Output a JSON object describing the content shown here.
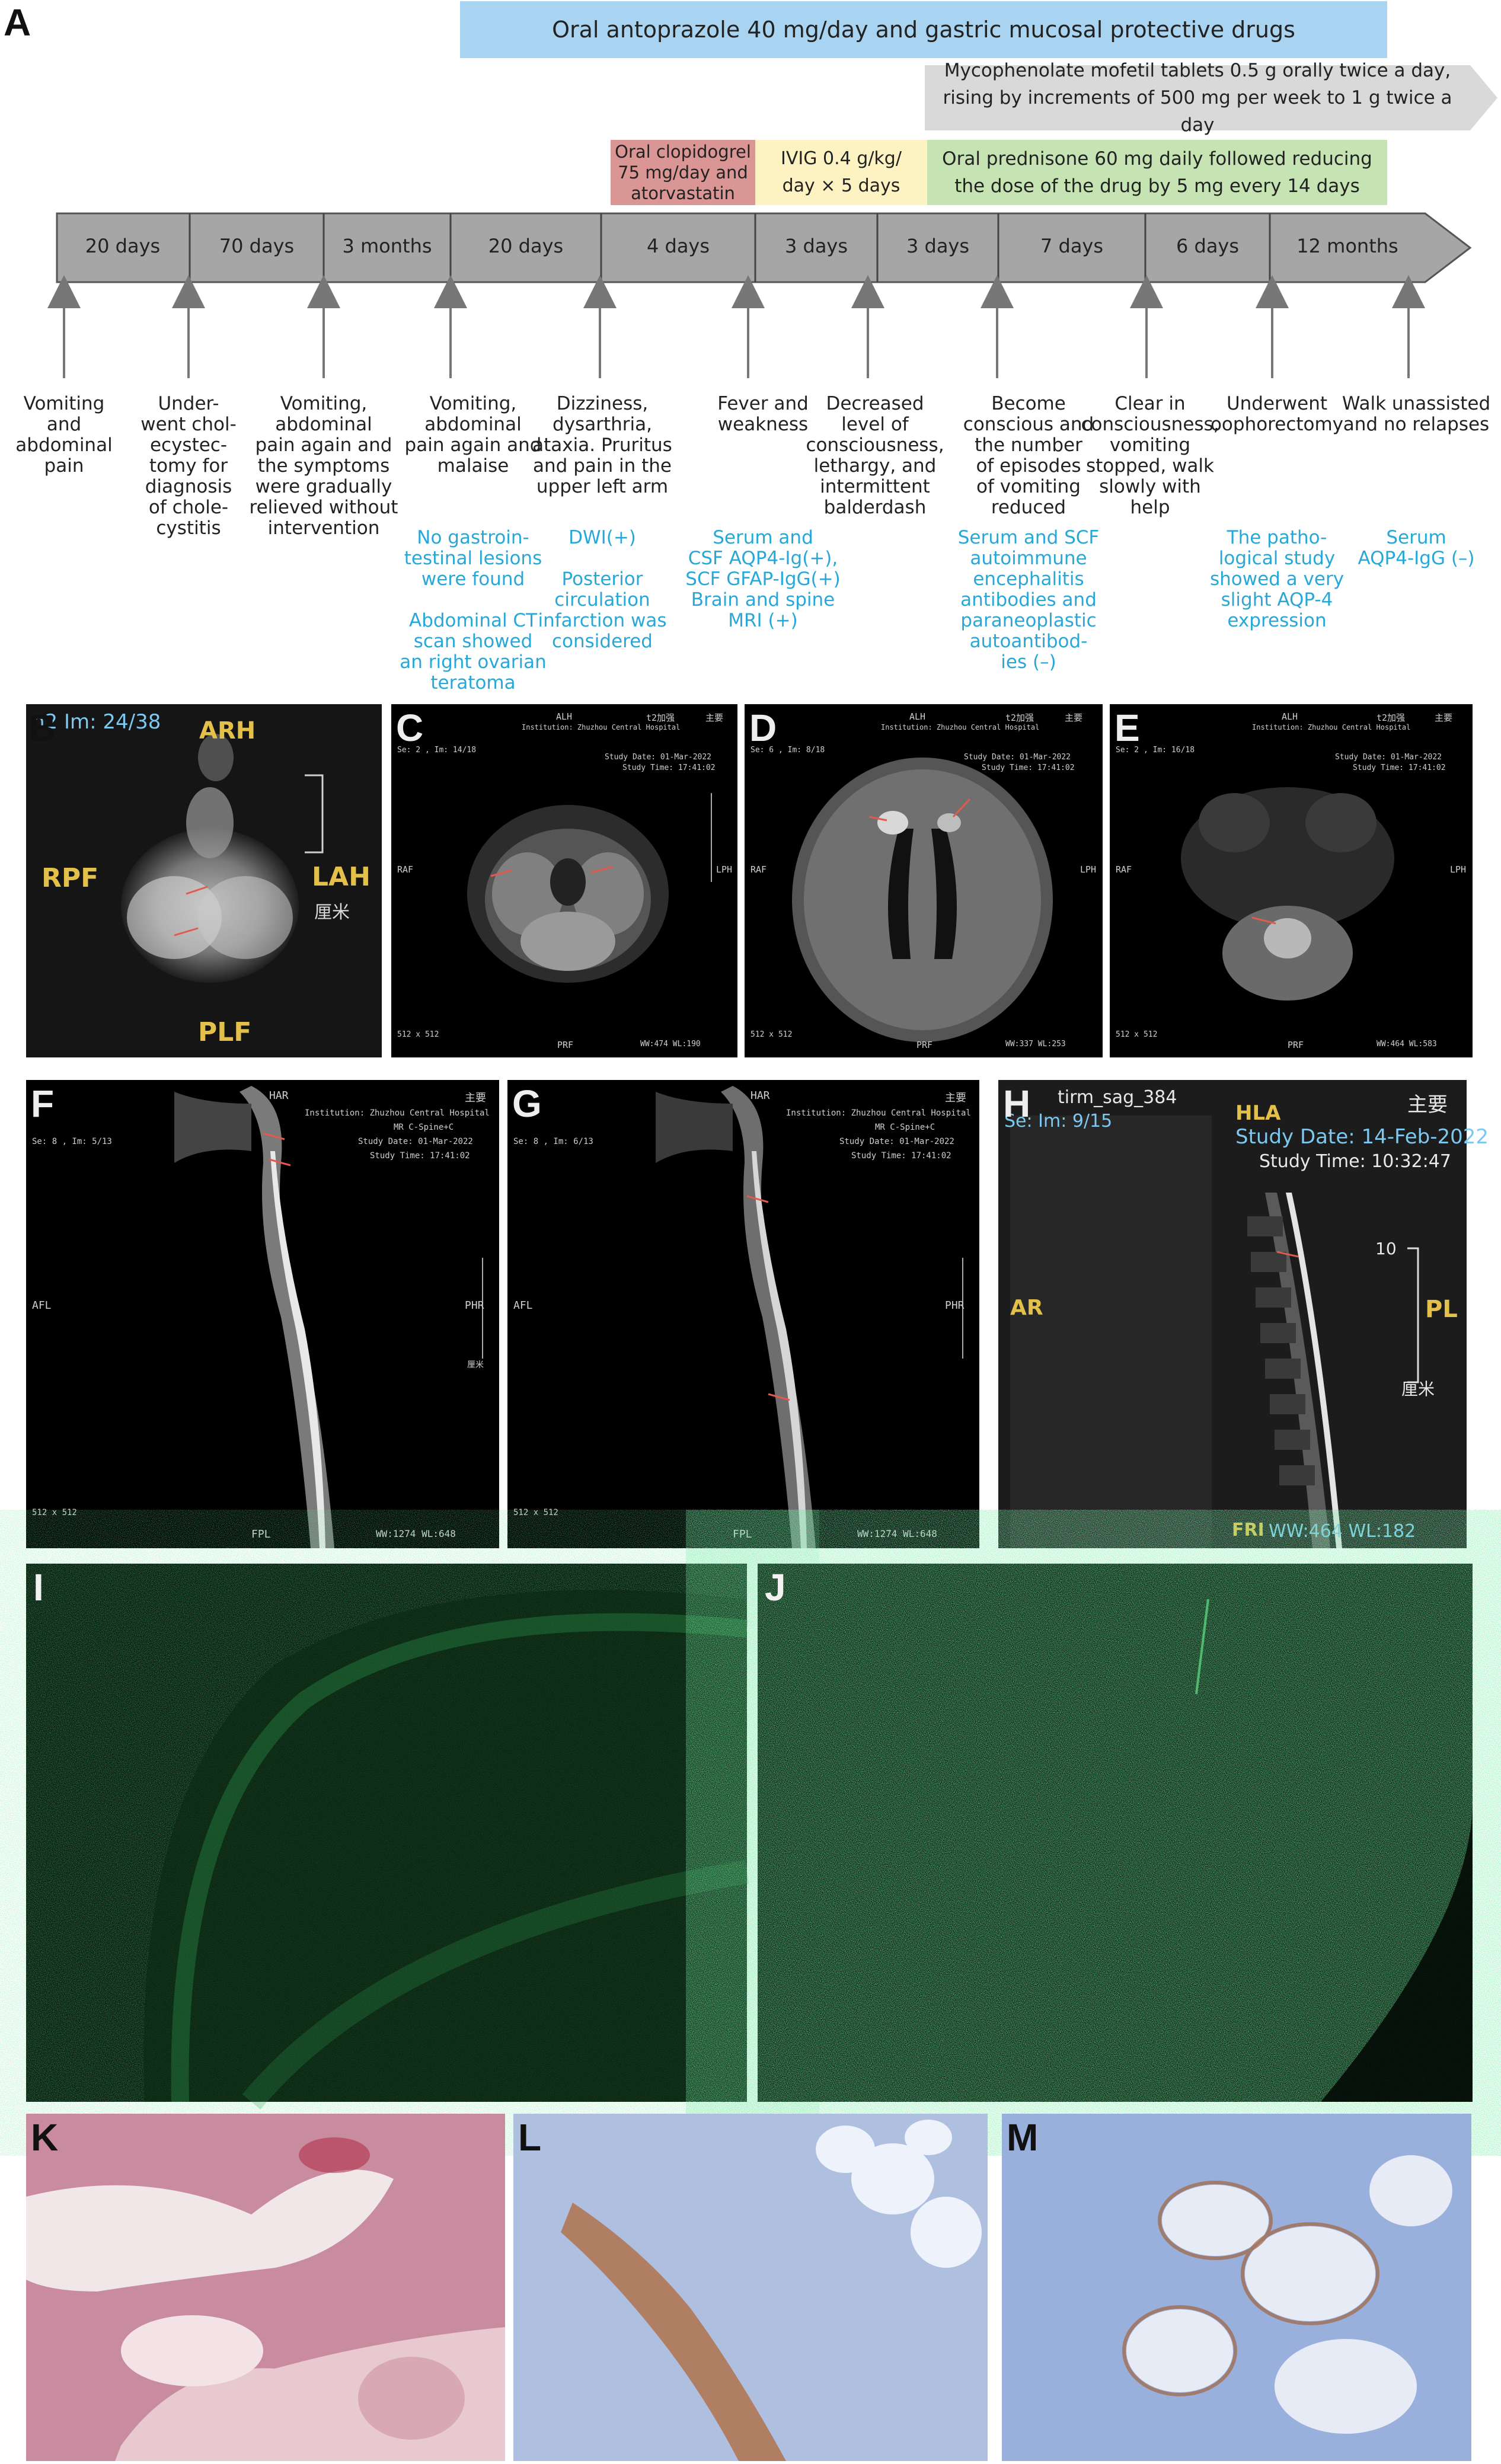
{
  "panel_letters": [
    "A",
    "B",
    "C",
    "D",
    "E",
    "F",
    "G",
    "H",
    "I",
    "J",
    "K",
    "L",
    "M"
  ],
  "treatments": {
    "antoprazole": "Oral antoprazole 40 mg/day and gastric mucosal protective drugs",
    "mycophenolate_line1": "Mycophenolate mofetil tablets 0.5 g orally twice a day,",
    "mycophenolate_line2": "rising by increments of 500 mg per week to 1 g twice a day",
    "clopidogrel_line1": "Oral clopidogrel",
    "clopidogrel_line2": "75 mg/day and",
    "clopidogrel_line3": "atorvastatin",
    "ivig_line1": "IVIG 0.4 g/kg/",
    "ivig_line2": "day × 5 days",
    "prednisone_line1": "Oral prednisone 60 mg daily followed reducing",
    "prednisone_line2": "the dose of the drug by 5 mg every 14 days"
  },
  "durations": [
    "20 days",
    "70 days",
    "3 months",
    "20 days",
    "4 days",
    "3 days",
    "3 days",
    "7 days",
    "6 days",
    "12 months"
  ],
  "events": [
    {
      "lines": [
        "Vomiting",
        "and",
        "abdominal",
        "pain"
      ],
      "findings": []
    },
    {
      "lines": [
        "Under-",
        "went chol-",
        "ecystec-",
        "tomy for",
        "diagnosis",
        "of chole-",
        "cystitis"
      ],
      "findings": []
    },
    {
      "lines": [
        "Vomiting,",
        "abdominal",
        "pain again and",
        "the symptoms",
        "were gradually",
        "relieved without",
        "intervention"
      ],
      "findings": []
    },
    {
      "lines": [
        "Vomiting,",
        "abdominal",
        "pain again and",
        "malaise"
      ],
      "findings": [
        "No gastroin-",
        "testinal lesions",
        "were found",
        "",
        "Abdominal CT",
        "scan showed",
        "an right ovarian",
        "teratoma"
      ]
    },
    {
      "lines": [
        "Dizziness,",
        "dysarthria,",
        "ataxia. Pruritus",
        "and pain in the",
        "upper left arm"
      ],
      "findings": [
        "DWI(+)",
        "",
        "Posterior",
        "circulation",
        "infarction was",
        "considered"
      ]
    },
    {
      "lines": [
        "Fever and",
        "weakness"
      ],
      "findings": [
        "Serum and",
        "CSF AQP4-Ig(+),",
        "SCF GFAP-IgG(+)",
        "Brain and spine",
        "MRI (+)"
      ]
    },
    {
      "lines": [
        "Decreased",
        "level of",
        "consciousness,",
        "lethargy, and",
        "intermittent",
        "balderdash"
      ],
      "findings": []
    },
    {
      "lines": [
        "Become",
        "conscious and",
        "the number",
        "of episodes",
        "of vomiting",
        "reduced"
      ],
      "findings": [
        "Serum and SCF",
        "autoimmune",
        "encephalitis",
        "antibodies and",
        "paraneoplastic",
        "autoantibod-",
        "ies (–)"
      ]
    },
    {
      "lines": [
        "Clear in",
        "consciousness,",
        "vomiting",
        "stopped, walk",
        "slowly with",
        "help"
      ],
      "findings": []
    },
    {
      "lines": [
        "Underwent",
        "oophorectomy"
      ],
      "findings": [
        "The patho-",
        "logical study",
        "showed a very",
        "slight AQP-4",
        "expression"
      ]
    },
    {
      "lines": [
        "Walk unassisted",
        "and no relapses"
      ],
      "findings": [
        "Serum",
        "AQP4-IgG (–)"
      ]
    }
  ],
  "mri": {
    "b": {
      "top_left": "n2  Im: 24/38",
      "right_top": "ARH",
      "left": "RPF",
      "right": "LAH",
      "bottom": "PLF",
      "unit": "厘米"
    },
    "c": {
      "top": "ALH",
      "left": "RAF",
      "right": "LPH",
      "bottom": "PRF",
      "header": "Institution: Zhuzhou Central Hospital",
      "study_date": "Study Date: 01-Mar-2022",
      "study_time": "Study Time: 17:41:02",
      "wl": "WW:474  WL:190",
      "matrix": "512 x 512",
      "se": "Se: 2 , Im: 14/18",
      "tag": "主要",
      "tag2": "t2加强"
    },
    "d": {
      "top": "ALH",
      "left": "RAF",
      "right": "LPH",
      "bottom": "PRF",
      "header": "Institution: Zhuzhou Central Hospital",
      "study_date": "Study Date: 01-Mar-2022",
      "study_time": "Study Time: 17:41:02",
      "wl": "WW:337  WL:253",
      "matrix": "512 x 512",
      "se": "Se: 6 , Im: 8/18",
      "tag": "主要",
      "tag2": "t2加强"
    },
    "e": {
      "top": "ALH",
      "left": "RAF",
      "right": "LPH",
      "bottom": "PRF",
      "header": "Institution: Zhuzhou Central Hospital",
      "study_date": "Study Date: 01-Mar-2022",
      "study_time": "Study Time: 17:41:02",
      "wl": "WW:464  WL:583",
      "matrix": "512 x 512",
      "se": "Se: 2 , Im: 16/18",
      "tag": "主要",
      "tag2": "t2加强"
    },
    "f": {
      "top": "HAR",
      "left": "AFL",
      "right": "PHR",
      "bottom": "FPL",
      "header": "Institution: Zhuzhou Central Hospital",
      "device": "MR C-Spine+C",
      "study_date": "Study Date: 01-Mar-2022",
      "study_time": "Study Time: 17:41:02",
      "wl": "WW:1274  WL:648",
      "matrix": "512 x 512",
      "se": "Se: 8 , Im: 5/13",
      "tag": "主要",
      "unit": "厘米"
    },
    "g": {
      "top": "HAR",
      "left": "AFL",
      "right": "PHR",
      "bottom": "FPL",
      "header": "Institution: Zhuzhou Central Hospital",
      "device": "MR C-Spine+C",
      "study_date": "Study Date: 01-Mar-2022",
      "study_time": "Study Time: 17:41:02",
      "wl": "WW:1274  WL:648",
      "matrix": "512 x 512",
      "se": "Se: 8 , Im: 6/13",
      "tag": "主要"
    },
    "h": {
      "series": "tirm_sag_384",
      "se": "Se:   Im: 9/15",
      "top": "HLA",
      "study_date": "Study Date: 14-Feb-2022",
      "study_time": "Study Time: 10:32:47",
      "left": "AR",
      "right": "PL",
      "scale": "10",
      "bottom": "FRI",
      "wl": "WW:464   WL:182",
      "tag": "主要",
      "unit": "厘米"
    }
  },
  "colors": {
    "antoprazole_bar": "#a8d4f1",
    "mycophenolate_arrow": "#d9d9d9",
    "clopidogrel_bar": "#d99694",
    "ivig_bar": "#fdf3c2",
    "prednisone_bar": "#c6e4b3",
    "timeline": "#a6a6a6",
    "finding_text": "#27a8d8",
    "fluorescence": "#3fc06a"
  }
}
